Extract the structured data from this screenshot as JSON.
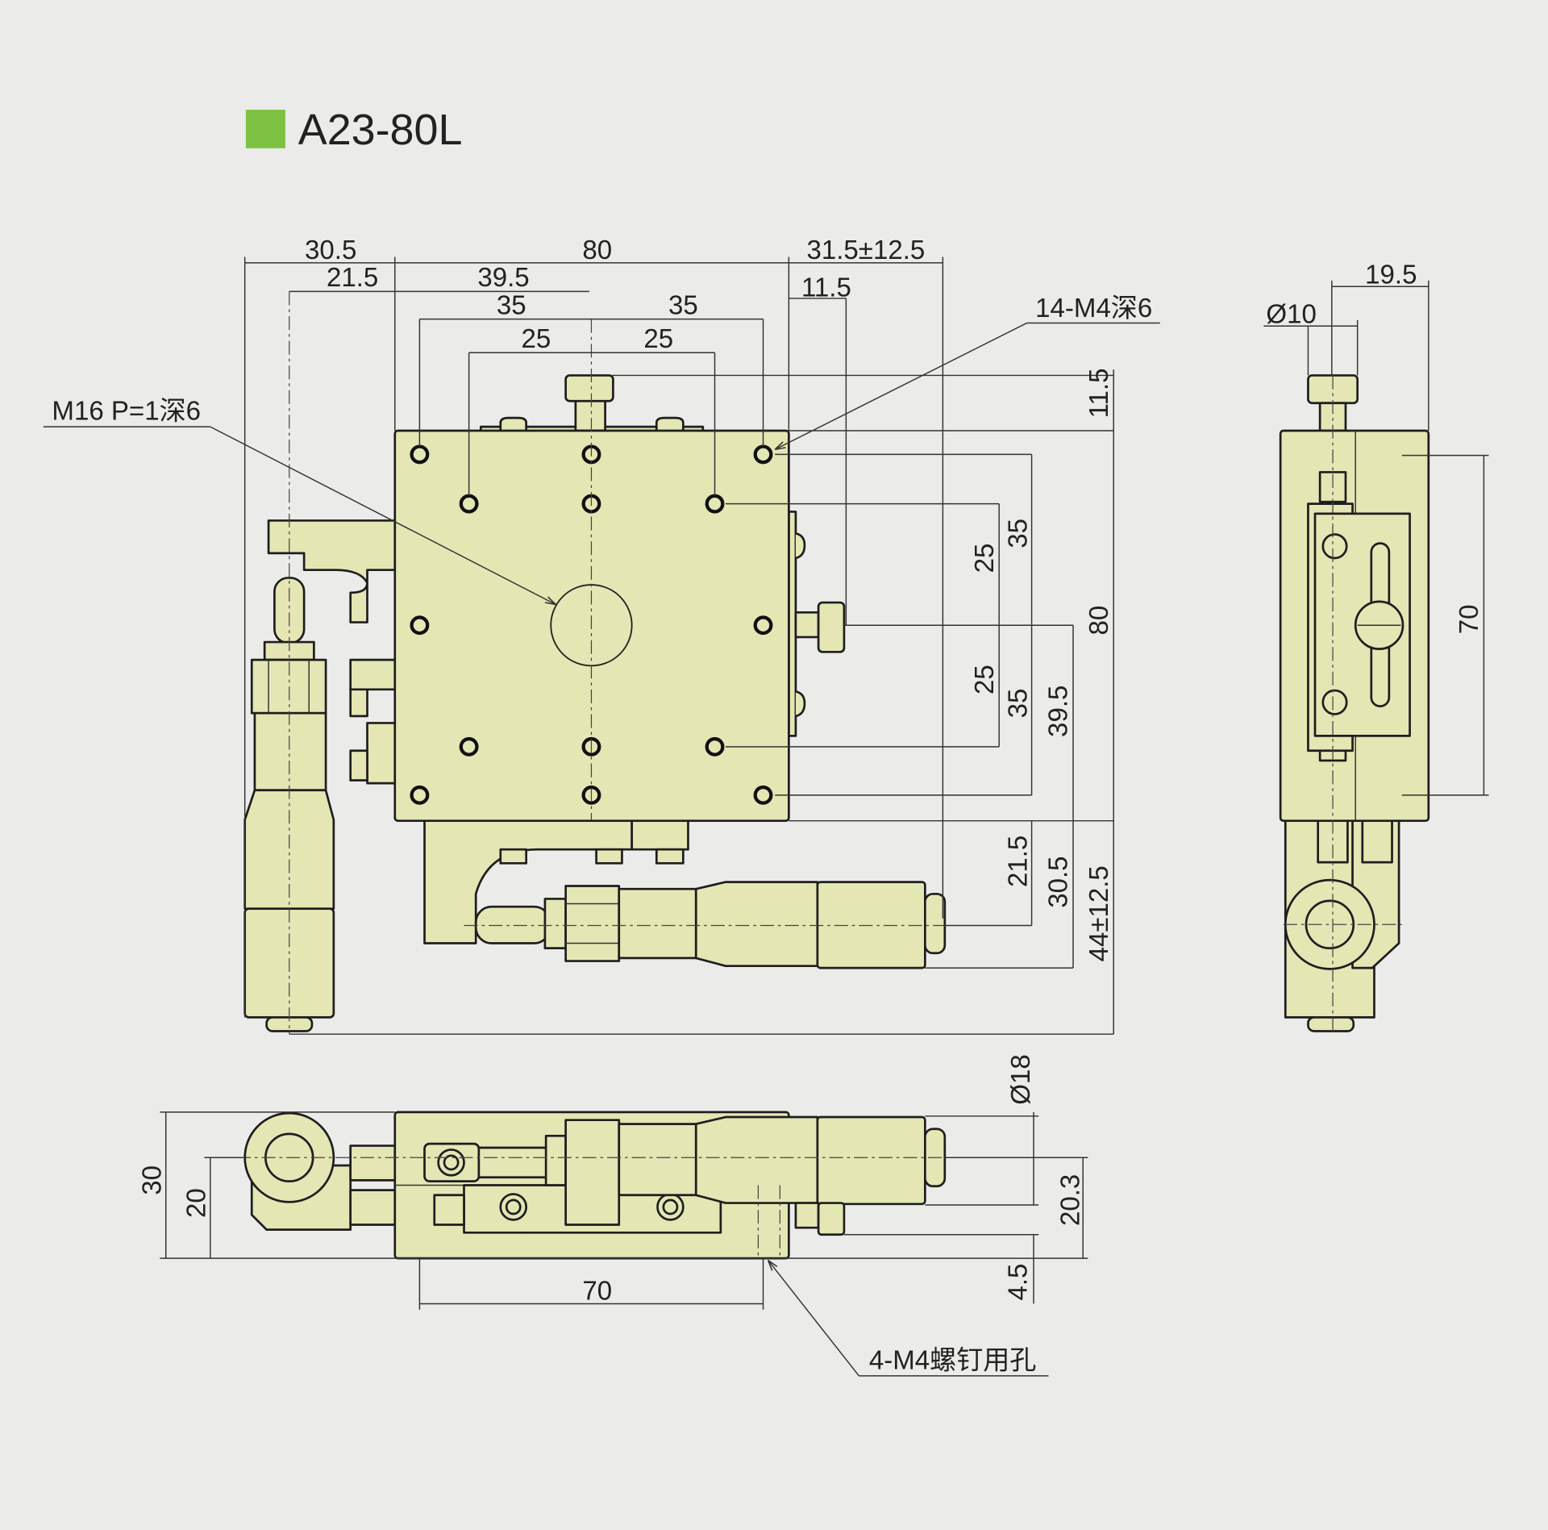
{
  "title": "A23-80L",
  "colors": {
    "title_marker": "#7dc242",
    "part_fill": "#e4e6b4",
    "background": "#ebebe9"
  },
  "dimensions": [
    "30.5",
    "80",
    "31.5±12.5",
    "21.5",
    "39.5",
    "11.5",
    "35",
    "35",
    "25",
    "25",
    "14-M4深6",
    "M16 P=1深6",
    "11.5",
    "35",
    "25",
    "80",
    "25",
    "35",
    "39.5",
    "21.5",
    "30.5",
    "44±12.5",
    "19.5",
    "Ø10",
    "70",
    "Ø18",
    "30",
    "20",
    "20.3",
    "4.5",
    "70",
    "4-M4螺钉用孔"
  ]
}
